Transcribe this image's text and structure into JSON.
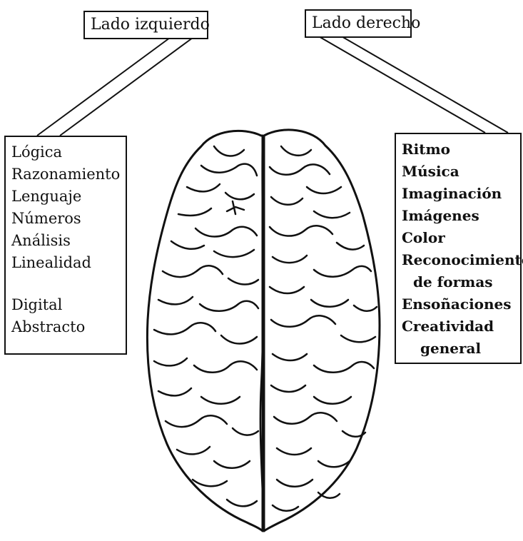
{
  "left_side": {
    "header": "Lado izquierdo",
    "items": [
      "Lógica",
      "Razonamiento",
      "Lenguaje",
      "Números",
      "Análisis",
      "Linealidad"
    ],
    "items_extra": [
      "Digital",
      "Abstracto"
    ]
  },
  "right_side": {
    "header": "Lado derecho",
    "items": [
      "Ritmo",
      "Música",
      "Imaginación",
      "Imágenes",
      "Color",
      "Reconocimientos",
      "de formas",
      "Ensoñaciones",
      "Creatividad",
      "general"
    ]
  }
}
